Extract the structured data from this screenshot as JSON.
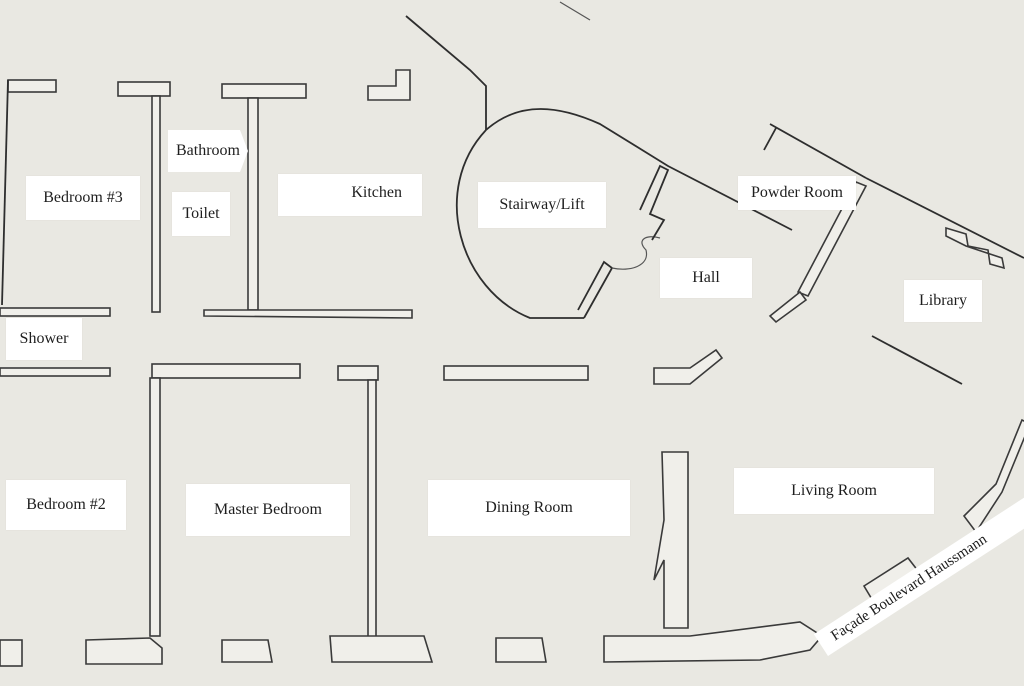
{
  "rooms": {
    "bedroom3": "Bedroom #3",
    "bathroom": "Bathroom",
    "toilet": "Toilet",
    "kitchen": "Kitchen",
    "stairway": "Stairway/Lift",
    "powder_room": "Powder Room",
    "hall": "Hall",
    "library": "Library",
    "shower": "Shower",
    "bedroom2": "Bedroom #2",
    "master_bedroom": "Master Bedroom",
    "dining_room": "Dining Room",
    "living_room": "Living Room"
  },
  "facade": "Façade Boulevard Haussmann",
  "colors": {
    "paper": "#e9e8e2",
    "label_bg": "#ffffff",
    "ink": "#2e2e2e"
  }
}
